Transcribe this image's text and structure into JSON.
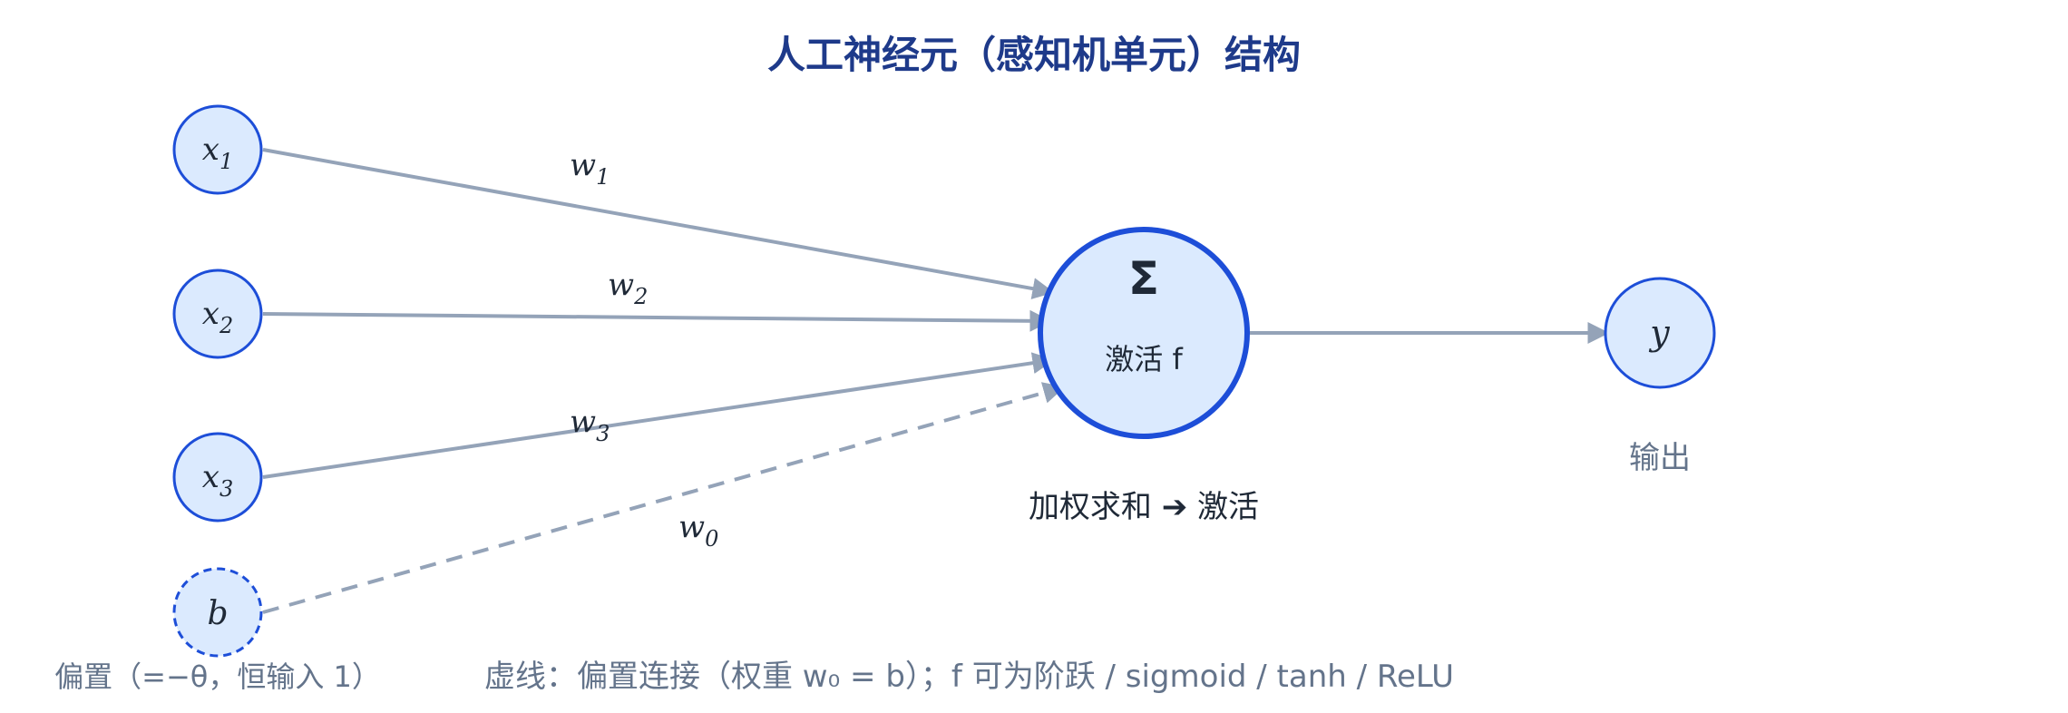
{
  "title": "人工神经元（感知机单元）结构",
  "inputs": [
    {
      "name": "x",
      "sub": "1",
      "weight_name": "w",
      "weight_sub": "1"
    },
    {
      "name": "x",
      "sub": "2",
      "weight_name": "w",
      "weight_sub": "2"
    },
    {
      "name": "x",
      "sub": "3",
      "weight_name": "w",
      "weight_sub": "3"
    }
  ],
  "bias": {
    "name": "b",
    "weight_name": "w",
    "weight_sub": "0",
    "caption": "偏置（=−θ，恒输入 1）"
  },
  "neuron": {
    "symbol": "Σ",
    "activation_label": "激活 f",
    "caption": "加权求和 ➔ 激活"
  },
  "output": {
    "name": "y",
    "caption": "输出"
  },
  "footer_note": "虚线：偏置连接（权重 w₀ = b）；f 可为阶跃 / sigmoid / tanh / ReLU",
  "colors": {
    "title": "#1e3a8a",
    "node_fill": "#dbeafe",
    "node_stroke": "#1d4ed8",
    "edge": "#94a3b8",
    "text_dark": "#1f2937",
    "text_muted": "#64748b"
  }
}
